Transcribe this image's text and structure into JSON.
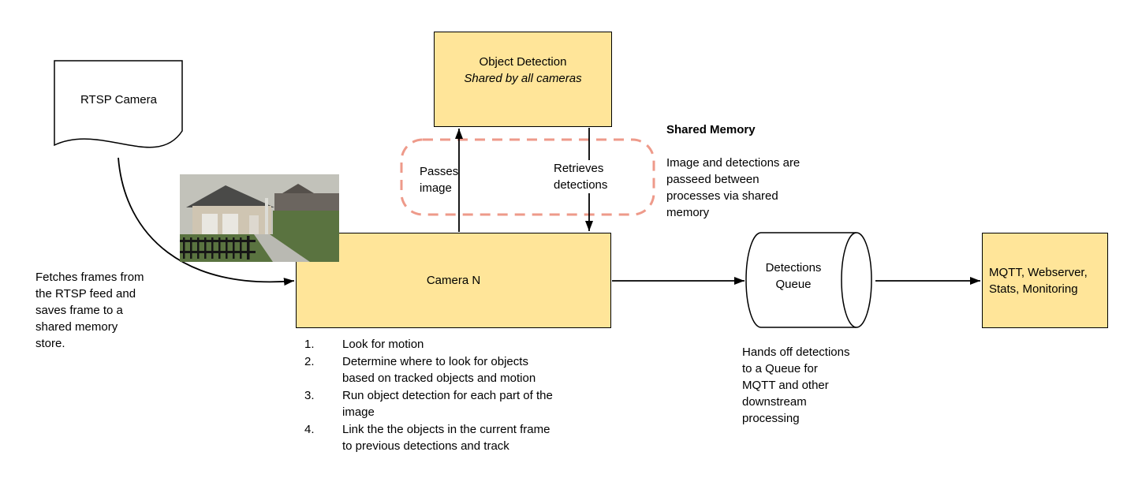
{
  "diagram": {
    "rtsp_camera": {
      "label": "RTSP Camera"
    },
    "fetch_note": "Fetches frames from\nthe RTSP feed and\nsaves frame to a\nshared memory\nstore.",
    "object_detection": {
      "title": "Object Detection",
      "subtitle": "Shared by all cameras"
    },
    "shared_memory_links": {
      "passes_image": "Passes\nimage",
      "retrieves_detections": "Retrieves\ndetections"
    },
    "shared_memory_note": {
      "title": "Shared Memory",
      "body": "Image and detections are\npasseed between\nprocesses via shared\nmemory"
    },
    "camera_n": {
      "label": "Camera N",
      "steps": [
        {
          "num": "1.",
          "text": "Look for motion"
        },
        {
          "num": "2.",
          "text": "Determine where to look for objects\nbased on tracked objects and motion"
        },
        {
          "num": "3.",
          "text": "Run object detection for each part of the\nimage"
        },
        {
          "num": "4.",
          "text": "Link the the objects in the current frame\nto previous detections and track"
        }
      ]
    },
    "detections_queue": {
      "label": "Detections\nQueue",
      "note": "Hands off detections\nto a Queue for\nMQTT and other\ndownstream\nprocessing"
    },
    "outputs": {
      "label": "MQTT, Webserver,\nStats, Monitoring"
    },
    "colors": {
      "node_fill": "#ffe599",
      "node_border": "#000000",
      "shared_memory_dash": "#ee9a8a",
      "arrow": "#000000"
    }
  }
}
